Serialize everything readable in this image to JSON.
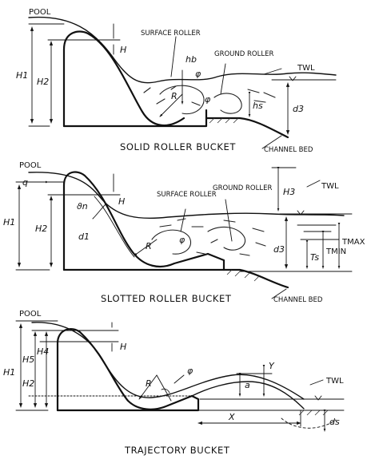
{
  "panels": [
    {
      "caption": "SOLID ROLLER BUCKET",
      "labels": {
        "pool": "POOL",
        "h1": "H1",
        "h2": "H2",
        "h": "H",
        "surface_roller": "SURFACE ROLLER",
        "ground_roller": "GROUND ROLLER",
        "hb": "hb",
        "phi_top": "φ",
        "r": "R",
        "phi_mid": "φ",
        "hs": "hs",
        "d3": "d3",
        "twl": "TWL",
        "channel_bed": "CHANNEL BED"
      }
    },
    {
      "caption": "SLOTTED ROLLER BUCKET",
      "labels": {
        "pool": "POOL",
        "q": "q",
        "h1": "H1",
        "h2": "H2",
        "h": "H",
        "theta": "ϑn",
        "d1": "d1",
        "surface_roller": "SURFACE ROLLER",
        "ground_roller": "GROUND ROLLER",
        "r": "R",
        "phi": "φ",
        "h3": "H3",
        "d3": "d3",
        "ts": "Ts",
        "tmax": "TMAX",
        "tmin": "TMIN",
        "twl": "TWL",
        "channel_bed": "CHANNEL BED"
      }
    },
    {
      "caption": "TRAJECTORY BUCKET",
      "labels": {
        "pool": "POOL",
        "h1": "H1",
        "h5": "H5",
        "h4": "H4",
        "h2": "H2",
        "h": "H",
        "r": "R",
        "phi": "φ",
        "a": "a",
        "y": "Y",
        "x": "X",
        "twl": "TWL",
        "ds": "ds"
      }
    }
  ]
}
